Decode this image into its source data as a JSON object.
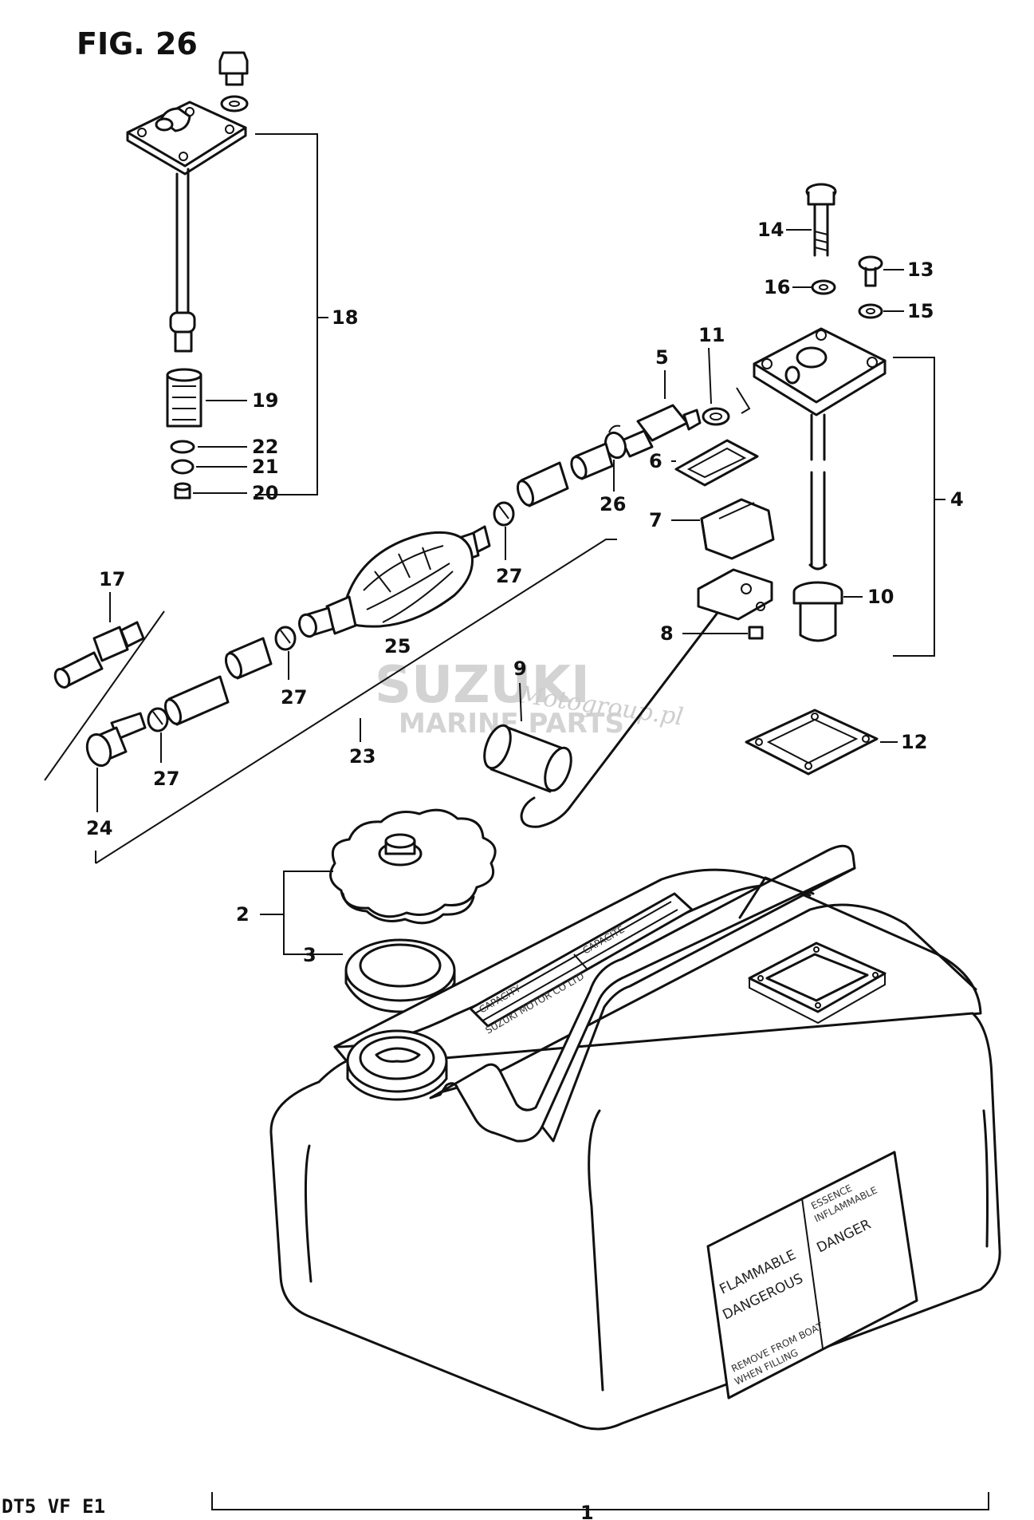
{
  "figure": {
    "title": "FIG. 26",
    "model_code": "DT5  VF  E1"
  },
  "watermark": {
    "brand": "SUZUKI",
    "subtitle": "MARINE PARTS",
    "site": "Motogroup.pl"
  },
  "parts": {
    "p1": "1",
    "p2": "2",
    "p3": "3",
    "p4": "4",
    "p5": "5",
    "p6": "6",
    "p7": "7",
    "p8": "8",
    "p9": "9",
    "p10": "10",
    "p11": "11",
    "p12": "12",
    "p13": "13",
    "p14": "14",
    "p15": "15",
    "p16": "16",
    "p17": "17",
    "p18": "18",
    "p19": "19",
    "p20": "20",
    "p21": "21",
    "p22": "22",
    "p23": "23",
    "p24": "24",
    "p25": "25",
    "p26": "26",
    "p27a": "27",
    "p27b": "27",
    "p27c": "27"
  },
  "tank_labels": {
    "capacity_left": "CAPACITY",
    "capacity_right": "CAPACITE",
    "maker": "SUZUKI MOTOR CO LTD",
    "warning_en": [
      "FLAMMABLE",
      "DANGEROUS"
    ],
    "warning_en_foot": [
      "REMOVE FROM BOAT",
      "WHEN FILLING"
    ],
    "warning_fr": [
      "ESSENCE",
      "INFLAMMABLE",
      "DANGER"
    ]
  }
}
